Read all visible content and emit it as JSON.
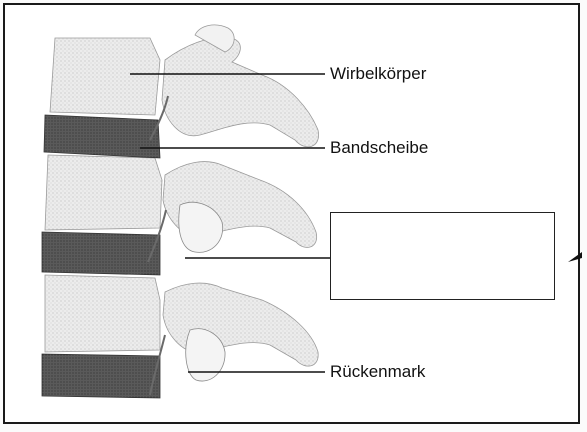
{
  "labels": {
    "vertebral_body": "Wirbelkörper",
    "disc": "Bandscheibe",
    "blank": "",
    "spinal_cord": "Rückenmark"
  },
  "colors": {
    "bone": "#e6e6e6",
    "disc": "#4f4f4f",
    "line": "#111111"
  }
}
